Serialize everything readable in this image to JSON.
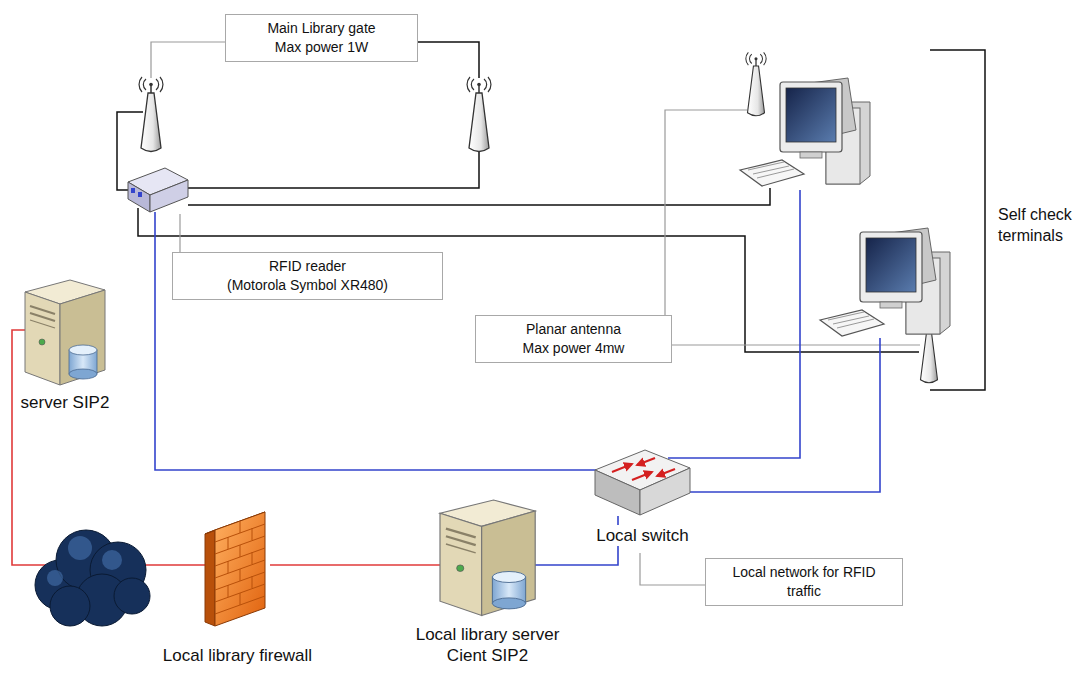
{
  "diagram": {
    "nodes": [
      {
        "text": [
          "Main Library gate",
          "Max power 1W"
        ]
      },
      {
        "text": [
          "RFID reader",
          "(Motorola Symbol XR480)"
        ]
      },
      {
        "text": [
          "Planar antenna",
          "Max power 4mw"
        ]
      },
      {
        "text": [
          "server SIP2"
        ]
      },
      {
        "text": [
          "Local library firewall"
        ]
      },
      {
        "text": [
          "Local library server",
          "Cient SIP2"
        ]
      },
      {
        "text": [
          "Local switch"
        ]
      },
      {
        "text": [
          "Local network for RFID traffic"
        ]
      }
    ],
    "edges": [
      {
        "from": 3,
        "to": 4,
        "arrow": "none"
      },
      {
        "from": 4,
        "to": 5,
        "arrow": "none"
      },
      {
        "from": 5,
        "to": 6,
        "arrow": "none"
      }
    ],
    "labels": [
      "Self check terminals"
    ]
  }
}
